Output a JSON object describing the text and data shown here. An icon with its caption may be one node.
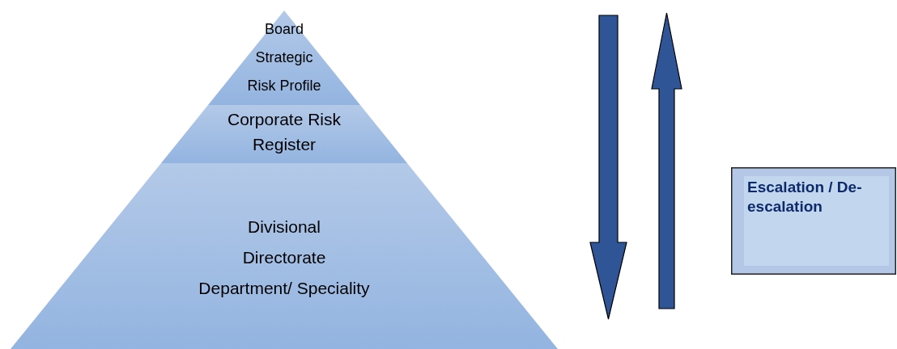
{
  "diagram": {
    "nodes": [
      {
        "text": [
          "Board Strategic Risk Profile"
        ]
      },
      {
        "text": [
          "Corporate Risk Register"
        ]
      },
      {
        "text": [
          "Divisional",
          "Directorate",
          "Department/ Speciality"
        ]
      },
      {
        "text": [
          "Escalation / De-escalation"
        ]
      }
    ]
  }
}
